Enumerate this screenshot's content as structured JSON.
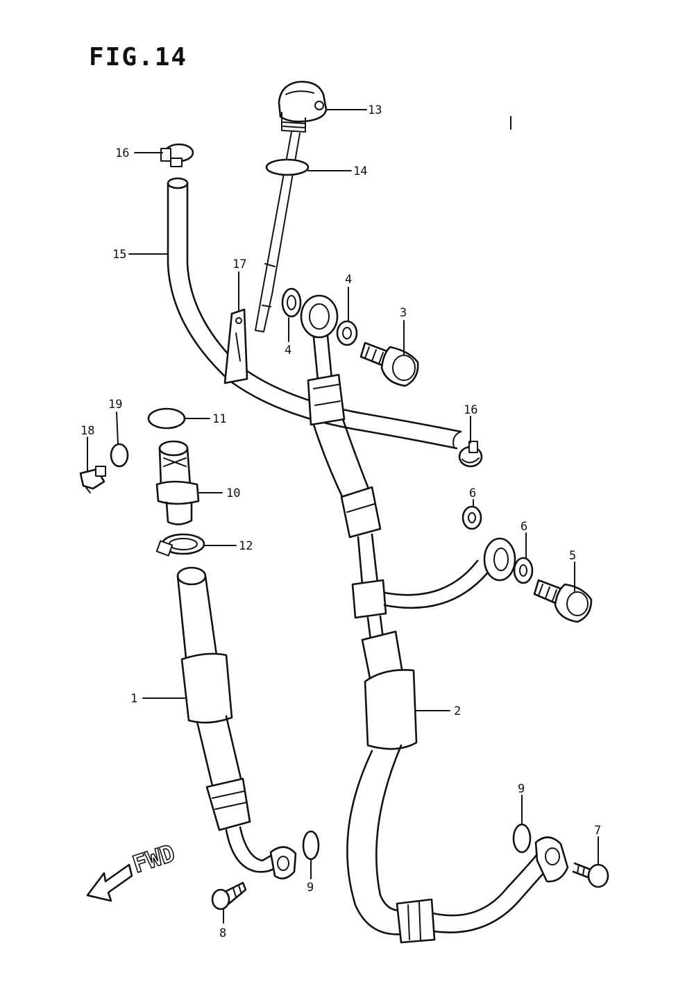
{
  "figure": {
    "title": "FIG.14",
    "direction_label": "FWD"
  },
  "callouts": [
    {
      "id": "c13",
      "label": "13"
    },
    {
      "id": "c14",
      "label": "14"
    },
    {
      "id": "c16a",
      "label": "16"
    },
    {
      "id": "c15",
      "label": "15"
    },
    {
      "id": "c17",
      "label": "17"
    },
    {
      "id": "c4a",
      "label": "4"
    },
    {
      "id": "c4b",
      "label": "4"
    },
    {
      "id": "c3",
      "label": "3"
    },
    {
      "id": "c19",
      "label": "19"
    },
    {
      "id": "c18",
      "label": "18"
    },
    {
      "id": "c11",
      "label": "11"
    },
    {
      "id": "c16b",
      "label": "16"
    },
    {
      "id": "c10",
      "label": "10"
    },
    {
      "id": "c6a",
      "label": "6"
    },
    {
      "id": "c12",
      "label": "12"
    },
    {
      "id": "c6b",
      "label": "6"
    },
    {
      "id": "c5",
      "label": "5"
    },
    {
      "id": "c1",
      "label": "1"
    },
    {
      "id": "c2",
      "label": "2"
    },
    {
      "id": "c9a",
      "label": "9"
    },
    {
      "id": "c7",
      "label": "7"
    },
    {
      "id": "c9b",
      "label": "9"
    },
    {
      "id": "c8",
      "label": "8"
    }
  ]
}
